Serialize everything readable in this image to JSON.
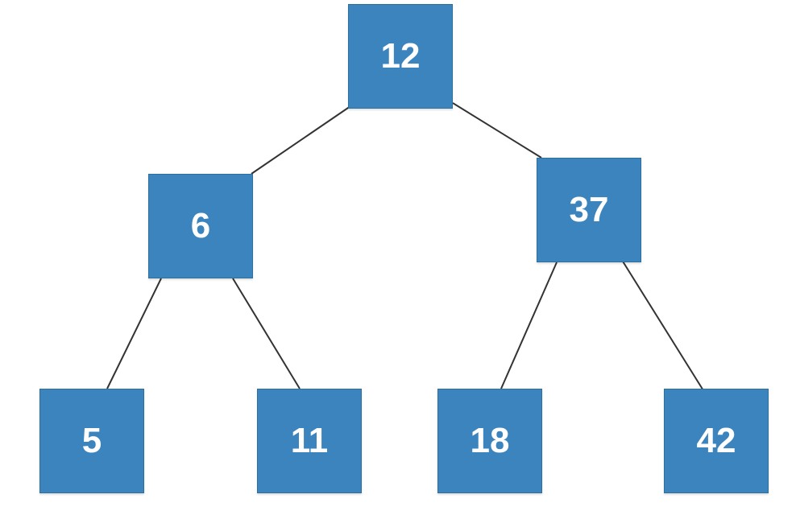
{
  "colors": {
    "node_fill": "#3c84bd",
    "node_text": "#ffffff",
    "edge": "#333333",
    "background": "#ffffff"
  },
  "tree": {
    "root": "12",
    "level1": [
      "6",
      "37"
    ],
    "level2": [
      "5",
      "11",
      "18",
      "42"
    ]
  }
}
